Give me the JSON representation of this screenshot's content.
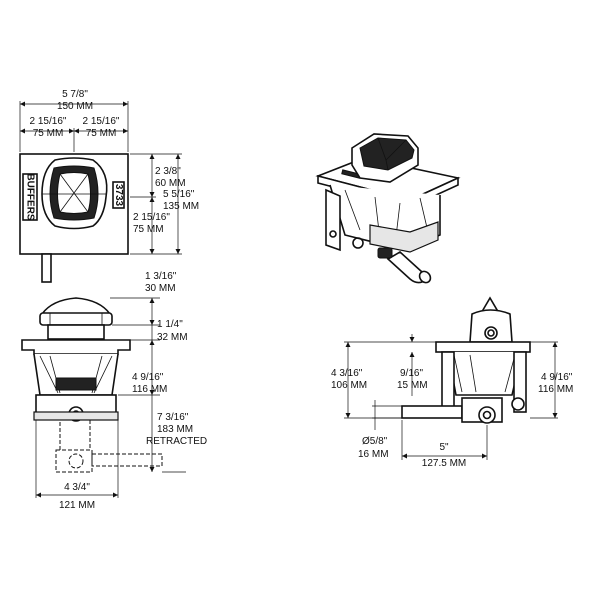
{
  "top_view": {
    "overall_width": {
      "inch": "5 7/8\"",
      "mm": "150 MM"
    },
    "half_width_left": {
      "inch": "2 15/16\"",
      "mm": "75 MM"
    },
    "half_width_right": {
      "inch": "2 15/16\"",
      "mm": "75 MM"
    },
    "upper_height": {
      "inch": "2 3/8\"",
      "mm": "60 MM"
    },
    "overall_height": {
      "inch": "5 5/16\"",
      "mm": "135 MM"
    },
    "lower_height": {
      "inch": "2 15/16\"",
      "mm": "75 MM"
    },
    "plate_label": "BUFFERS",
    "part_number": "3733"
  },
  "front_view": {
    "cap_height": {
      "inch": "1 3/16\"",
      "mm": "30 MM"
    },
    "flange_height": {
      "inch": "1 1/4\"",
      "mm": "32 MM"
    },
    "body_height": {
      "inch": "4 9/16\"",
      "mm": "116 MM"
    },
    "retracted_height": {
      "inch": "7 3/16\"",
      "mm": "183 MM",
      "note": "RETRACTED"
    },
    "bottom_width": {
      "inch": "4 3/4\"",
      "mm": "121 MM"
    }
  },
  "side_view": {
    "body_depth": {
      "inch": "4 3/16\"",
      "mm": "106 MM"
    },
    "offset": {
      "inch": "9/16\"",
      "mm": "15 MM"
    },
    "overall_height": {
      "inch": "4 9/16\"",
      "mm": "116 MM"
    },
    "pin_diameter": {
      "inch": "Ø5/8\"",
      "mm": "16 MM"
    },
    "pin_length": {
      "inch": "5\"",
      "mm": "127.5 MM"
    }
  }
}
